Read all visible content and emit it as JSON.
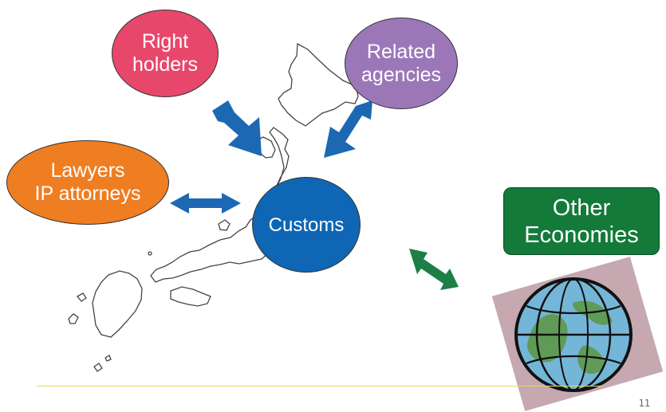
{
  "diagram": {
    "nodes": {
      "right_holders": "Right\nholders",
      "related_agencies": "Related\nagencies",
      "lawyers": "Lawyers\nIP attorneys",
      "customs": "Customs",
      "other_economies": "Other\nEconomies"
    }
  },
  "footer": {
    "page_number": "11"
  },
  "icons": {
    "map": "japan-map-icon",
    "globe": "globe-icon"
  },
  "colors": {
    "right_holders": "#e8476c",
    "related_agencies": "#9b77b8",
    "lawyers": "#ef7d22",
    "customs": "#0f66b5",
    "other_economies": "#137a3a",
    "arrow_blue": "#1d68b3",
    "arrow_green": "#1c7f45"
  }
}
